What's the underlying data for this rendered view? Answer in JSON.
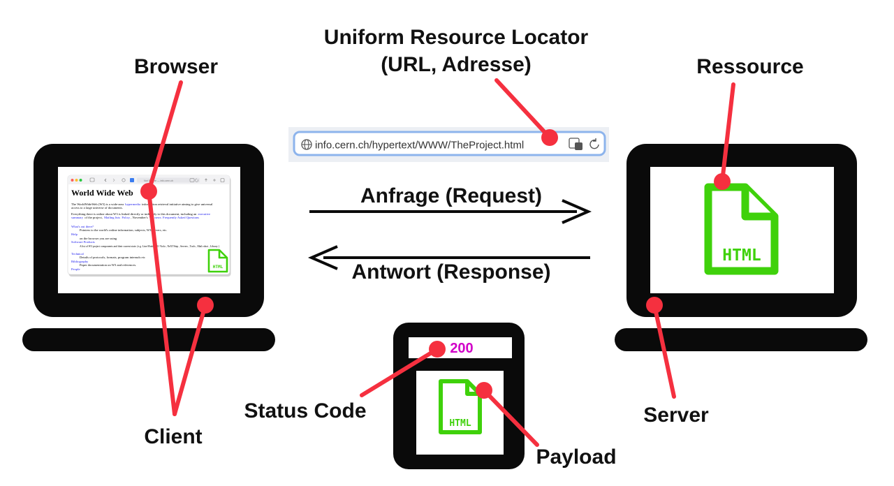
{
  "labels": {
    "url_title_line1": "Uniform Resource Locator",
    "url_title_line2": "(URL, Adresse)",
    "browser": "Browser",
    "resource": "Ressource",
    "request": "Anfrage (Request)",
    "response": "Antwort (Response)",
    "client": "Client",
    "server": "Server",
    "status_code": "Status Code",
    "payload": "Payload"
  },
  "address_bar": {
    "url": "info.cern.ch/hypertext/WWW/TheProject.html"
  },
  "browser_tab": {
    "address": "Not Secure — info.cern.ch"
  },
  "webpage": {
    "title": "World Wide Web",
    "intro_1": "The WorldWideWeb (W3) is a wide-area",
    "intro_link": "hypermedia",
    "intro_2": "information retrieval initiative aiming to give universal",
    "intro_3": "access to a large universe of documents.",
    "para2_1": "Everything there is online about W3 is linked directly or indirectly to this document, including an",
    "para2_link1": "executive",
    "para2_link2": "summary",
    "para2_2": "of the project,",
    "para2_link3": "Mailing lists",
    "para2_link4": "Policy",
    "para2_3": ", November's",
    "para2_link5": "W3 news",
    "para2_link6": "Frequently Asked Questions",
    "items": [
      {
        "link": "What's out there?",
        "desc": "Pointers to the world's online information, subjects, W3 servers, etc."
      },
      {
        "link": "Help",
        "desc": "on the browser you are using"
      },
      {
        "link": "Software Products",
        "desc": "A list of W3 project components and their current state. (e.g. Line Mode ,X11 Viola , NeXTStep , Servers , Tools , Mail robot , Library )"
      },
      {
        "link": "Technical",
        "desc": "Details of protocols, formats, program internals etc"
      },
      {
        "link": "Bibliography",
        "desc": "Paper documentation on W3 and references."
      },
      {
        "link": "People",
        "desc": ""
      }
    ]
  },
  "file_icon_text": "HTML",
  "status": {
    "code": "200"
  },
  "colors": {
    "pointer_red": "#f5303f",
    "html_green": "#3fd10b",
    "status_magenta": "#d100c8",
    "url_bar_border": "#8db4ec",
    "url_bar_bg": "#eceff4",
    "frame_black": "#0a0a0a"
  }
}
